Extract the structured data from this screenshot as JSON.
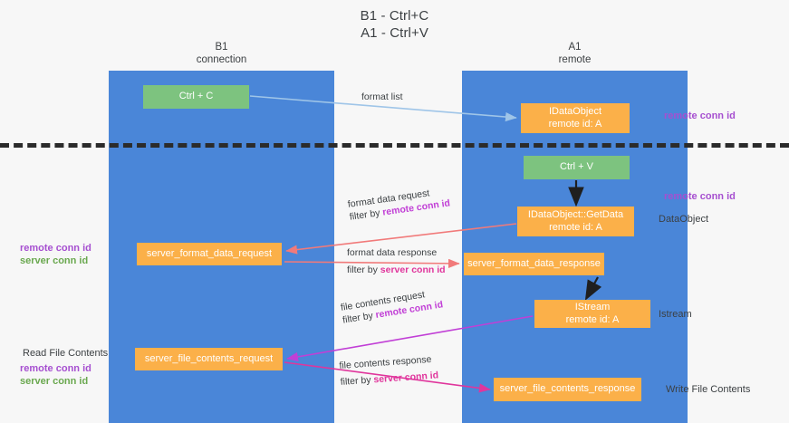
{
  "title": {
    "line1": "B1 - Ctrl+C",
    "line2": "A1 - Ctrl+V"
  },
  "columns": {
    "left": {
      "name": "B1",
      "role": "connection"
    },
    "right": {
      "name": "A1",
      "role": "remote"
    }
  },
  "nodes": {
    "ctrl_c": {
      "label": "Ctrl + C",
      "color": "#7dc37f"
    },
    "idataobject": {
      "line1": "IDataObject",
      "line2": "remote id: A",
      "color": "#fbb049"
    },
    "ctrl_v": {
      "label": "Ctrl + V",
      "color": "#7dc37f"
    },
    "getdata": {
      "line1": "IDataObject::GetData",
      "line2": "remote id: A",
      "color": "#fbb049"
    },
    "server_format_data_request": {
      "label": "server_format_data_request",
      "color": "#fbb049"
    },
    "server_format_data_response": {
      "label": "server_format_data_response",
      "color": "#fbb049"
    },
    "istream": {
      "line1": "IStream",
      "line2": "remote id: A",
      "color": "#fbb049"
    },
    "server_file_contents_request": {
      "label": "server_file_contents_request",
      "color": "#fbb049"
    },
    "server_file_contents_response": {
      "label": "server_file_contents_response",
      "color": "#fbb049"
    }
  },
  "edges": {
    "format_list": {
      "label": "format list"
    },
    "format_data_request": {
      "label": "format data request",
      "filter_prefix": "filter by ",
      "filter_key": "remote conn id"
    },
    "format_data_response": {
      "label": "format data response",
      "filter_prefix": "filter by ",
      "filter_key": "server conn id"
    },
    "file_contents_request": {
      "label": "file contents request",
      "filter_prefix": "filter by ",
      "filter_key": "remote conn id"
    },
    "file_contents_response": {
      "label": "file contents response",
      "filter_prefix": "filter by ",
      "filter_key": "server conn id"
    }
  },
  "annotations": {
    "remote_conn_id_top": "remote conn id",
    "remote_conn_id_mid": "remote conn id",
    "dataobject": "DataObject",
    "istream": "Istream",
    "write_file_contents": "Write File Contents",
    "read_file_contents": "Read File Contents",
    "left_remote_conn_id": "remote conn id",
    "left_server_conn_id": "server conn id",
    "left_remote_conn_id_2": "remote conn id",
    "left_server_conn_id_2": "server conn id"
  },
  "colors": {
    "lane": "#4a86d8",
    "node_green": "#7dc37f",
    "node_orange": "#fbb049",
    "purple": "#a64fd0",
    "green_text": "#6aa84f",
    "magenta": "#e0359c",
    "violet": "#c13fd6",
    "arrow_blue": "#9fc5e8",
    "arrow_red": "#f17a7a",
    "arrow_black": "#1f1f1f",
    "background": "#f7f7f7"
  }
}
